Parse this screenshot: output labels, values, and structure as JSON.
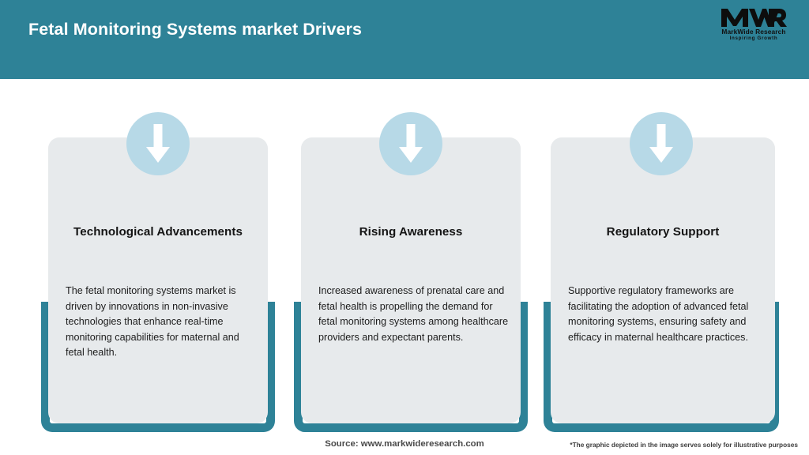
{
  "header": {
    "title": "Fetal Monitoring Systems market Drivers",
    "background_color": "#2e8297",
    "title_color": "#ffffff"
  },
  "logo": {
    "mark": "MWR",
    "name": "MarkWide Research",
    "tagline": "Inspiring Growth"
  },
  "cards": [
    {
      "icon": "down-arrow-icon",
      "title": "Technological Advancements",
      "body": "The fetal monitoring systems market is driven by innovations in non-invasive technologies that enhance real-time monitoring capabilities for maternal and fetal health."
    },
    {
      "icon": "down-arrow-icon",
      "title": "Rising Awareness",
      "body": "Increased awareness of prenatal care and fetal health is propelling the demand for fetal monitoring systems among healthcare providers and expectant parents."
    },
    {
      "icon": "down-arrow-icon",
      "title": "Regulatory Support",
      "body": "Supportive regulatory frameworks are facilitating the adoption of advanced fetal monitoring systems, ensuring safety and efficacy in maternal healthcare practices."
    }
  ],
  "footer": {
    "source": "Source: www.markwideresearch.com",
    "disclaimer": "*The graphic depicted in the image serves solely for illustrative purposes"
  },
  "colors": {
    "teal": "#2e8297",
    "card_bg": "#e7eaec",
    "icon_circle": "#b7d9e7",
    "arrow": "#ffffff"
  }
}
